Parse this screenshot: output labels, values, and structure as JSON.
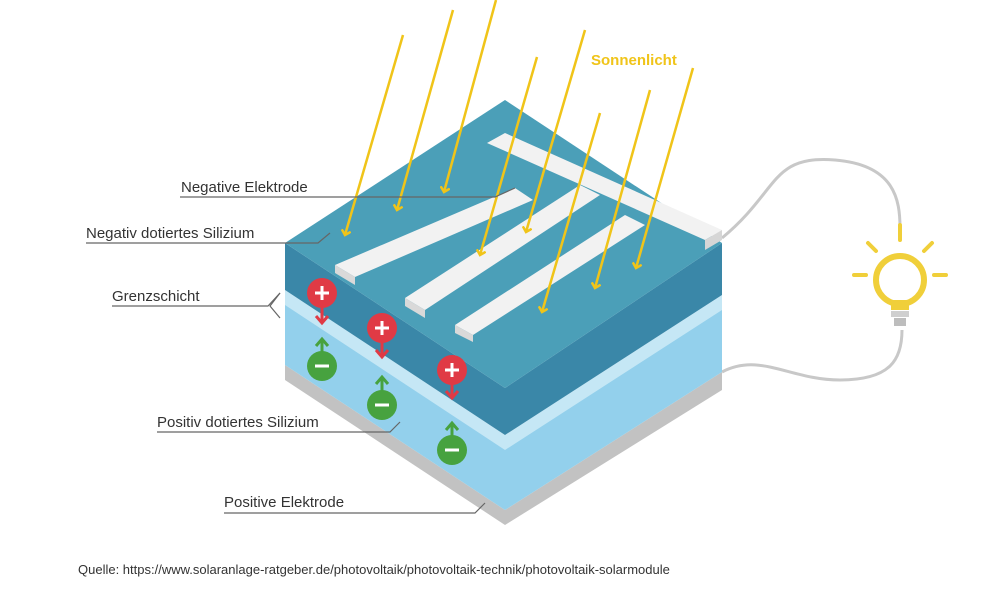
{
  "sunlight_label": "Sonnenlicht",
  "labels": {
    "negative_electrode": "Negative Elektrode",
    "negative_silicon": "Negativ dotiertes Silizium",
    "boundary": "Grenzschicht",
    "positive_silicon": "Positiv dotiertes Silizium",
    "positive_electrode": "Positive Elektrode"
  },
  "source": "Quelle: https://www.solaranlage-ratgeber.de/photovoltaik/photovoltaik-technik/photovoltaik-solarmodule",
  "colors": {
    "sunlight": "#f0c419",
    "n_layer_top": "#4a9fb8",
    "n_layer_front": "#3a87a8",
    "p_layer": "#93d0ec",
    "electrode": "#f2f2f2",
    "base": "#c8c8c8",
    "positive_charge": "#e03a45",
    "negative_charge": "#47a23f",
    "bulb": "#f0cf3a",
    "wire": "#c8c8c8",
    "leader": "#666666"
  },
  "charges": {
    "positive_symbol": "+",
    "negative_symbol": "−"
  },
  "icons": {
    "bulb": "light-bulb-icon",
    "plus": "plus-icon",
    "minus": "minus-icon",
    "arrow": "arrow-icon"
  }
}
